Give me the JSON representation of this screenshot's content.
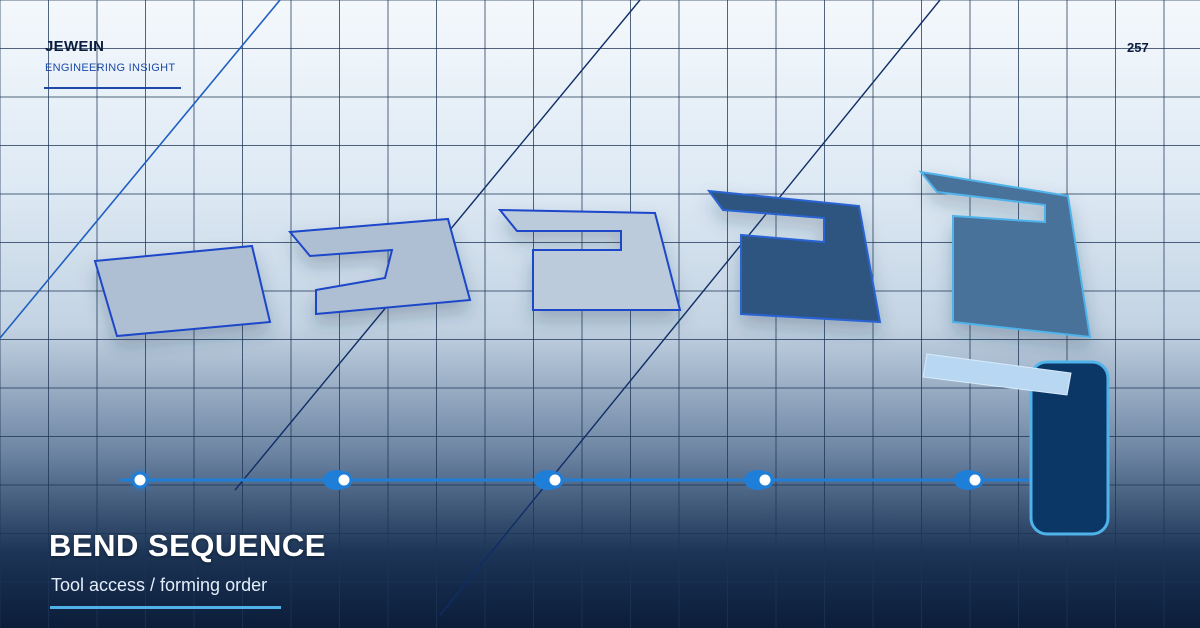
{
  "brand": {
    "name": "JEWEIN",
    "tagline": "ENGINEERING INSIGHT"
  },
  "page_number": "257",
  "headline": {
    "title": "BEND SEQUENCE",
    "subtitle": "Tool access / forming order"
  },
  "sequence": {
    "step_count": 5,
    "colors": {
      "accent": "#1f7fd8",
      "part_light": "#aebfd3",
      "part_dark": "#2d5580",
      "part_medium": "#4a729b",
      "outline": "#1c46c8",
      "tool": "#0b3766",
      "tool_edge": "#4fb3ea",
      "strip": "#b8d7f3"
    }
  }
}
